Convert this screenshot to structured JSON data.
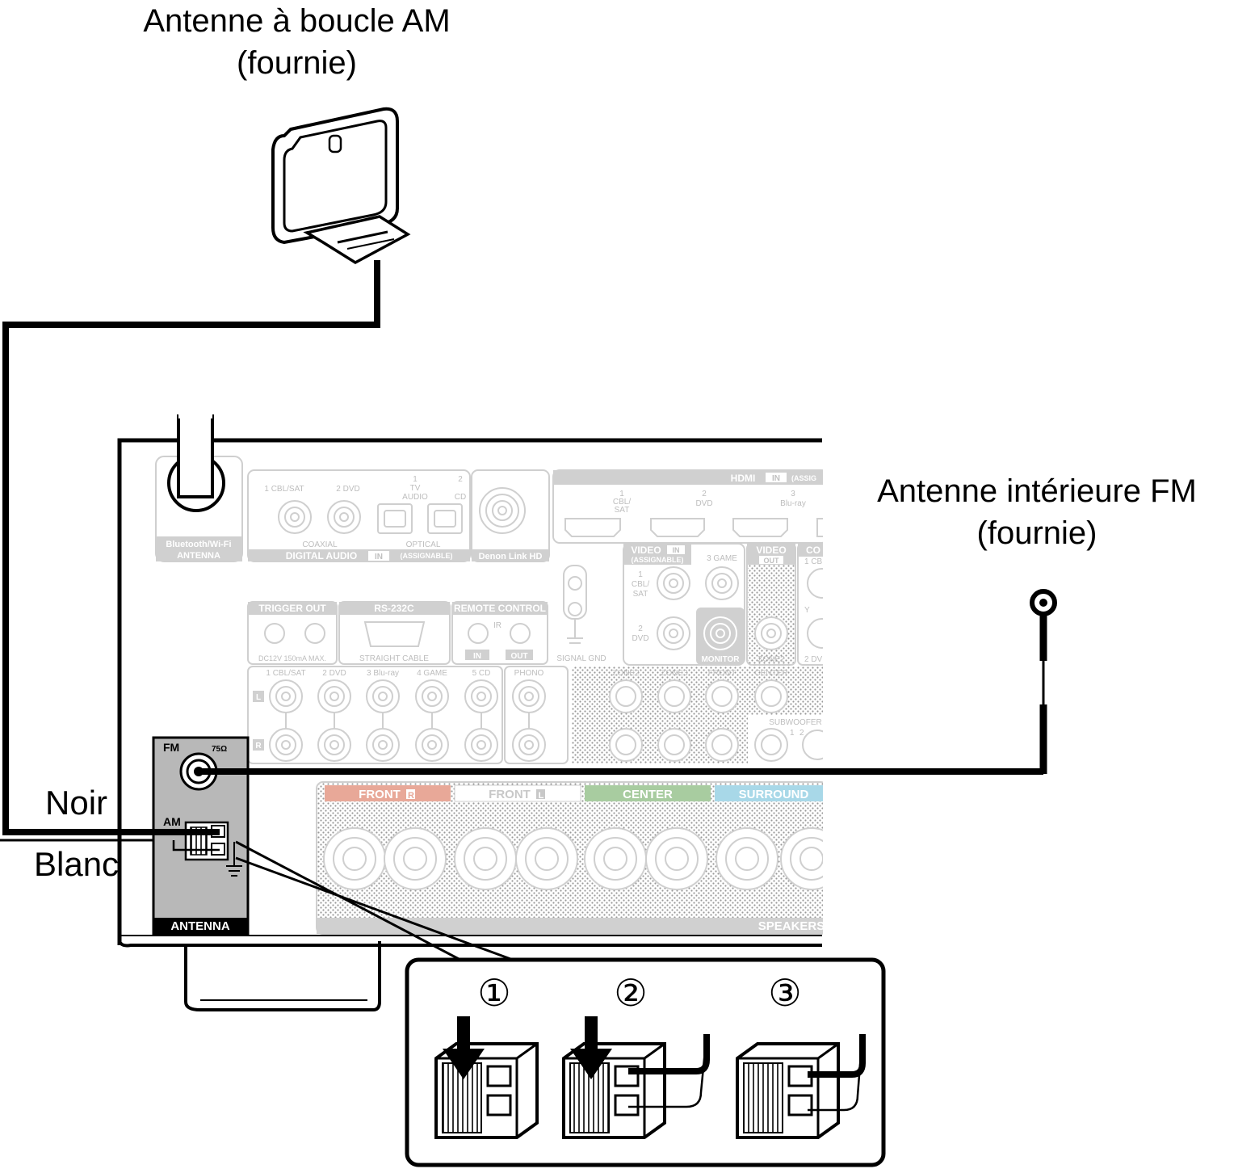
{
  "labels": {
    "am_antenna_title": "Antenne à boucle AM",
    "am_antenna_sub": "(fournie)",
    "fm_antenna_title": "Antenne intérieure FM",
    "fm_antenna_sub": "(fournie)",
    "wire_black": "Noir",
    "wire_white": "Blanc"
  },
  "antenna_block": {
    "fm_label": "FM",
    "ohm_label": "75Ω",
    "am_label": "AM",
    "footer": "ANTENNA"
  },
  "panel": {
    "bt_label_1": "Bluetooth/Wi-Fi",
    "bt_label_2": "ANTENNA",
    "digital_audio": "DIGITAL AUDIO",
    "in_badge": "IN",
    "assignable": "(ASSIGNABLE)",
    "coaxial": "COAXIAL",
    "optical": "OPTICAL",
    "coax_1": "1 CBL/SAT",
    "coax_2": "2 DVD",
    "opt_1_num": "1",
    "opt_1_a": "TV",
    "opt_1_b": "AUDIO",
    "opt_2_num": "2",
    "opt_2": "CD",
    "denon_link": "Denon Link HD",
    "hdmi": "HDMI",
    "hdmi_assign": "(ASSIG",
    "hdmi_1_num": "1",
    "hdmi_1_a": "CBL/",
    "hdmi_1_b": "SAT",
    "hdmi_2_num": "2",
    "hdmi_2": "DVD",
    "hdmi_3_num": "3",
    "hdmi_3": "Blu-ray",
    "video_in": "VIDEO",
    "video_assign": "(ASSIGNABLE)",
    "video_1_num": "1",
    "video_1_a": "CBL/",
    "video_1_b": "SAT",
    "video_2_num": "2",
    "video_2": "DVD",
    "video_3": "3 GAME",
    "video_out": "VIDEO",
    "out_badge": "OUT",
    "monitor": "MONITOR",
    "zone2": "ZONE2",
    "comp": "CO",
    "comp_1": "1 CB",
    "comp_y": "Y",
    "comp_2": "2 DV",
    "trigger_out": "TRIGGER OUT",
    "trigger_spec": "DC12V 150mA MAX.",
    "rs232c": "RS-232C",
    "straight_cable": "STRAIGHT CABLE",
    "remote_control": "REMOTE CONTROL",
    "ir": "IR",
    "rc_in": "IN",
    "rc_out": "OUT",
    "signal_gnd": "SIGNAL GND",
    "audio_1": "1 CBL/SAT",
    "audio_2": "2 DVD",
    "audio_3": "3 Blu-ray",
    "audio_4": "4 GAME",
    "audio_5": "5 CD",
    "phono": "PHONO",
    "ch_l": "L",
    "ch_r": "R",
    "pre_zone2": "ZONE2",
    "pre_zone3": "ZONE3",
    "pre_front": "FRONT",
    "pre_center": "CENTER",
    "subwoofer": "SUBWOOFER",
    "sw_1": "1",
    "sw_2": "2",
    "spk_front_r": "FRONT",
    "spk_front_l": "FRONT",
    "spk_center": "CENTER",
    "spk_surround": "SURROUND",
    "speakers": "SPEAKERS"
  },
  "steps": {
    "step_1": "①",
    "step_2": "②",
    "step_3": "③"
  },
  "colors": {
    "front_r": "#e8a898",
    "front_l": "#ffffff",
    "center": "#a8cca0",
    "surround": "#a8d8e8",
    "panel_line": "#cfcfcf",
    "antenna_block": "#b8b8b8"
  }
}
